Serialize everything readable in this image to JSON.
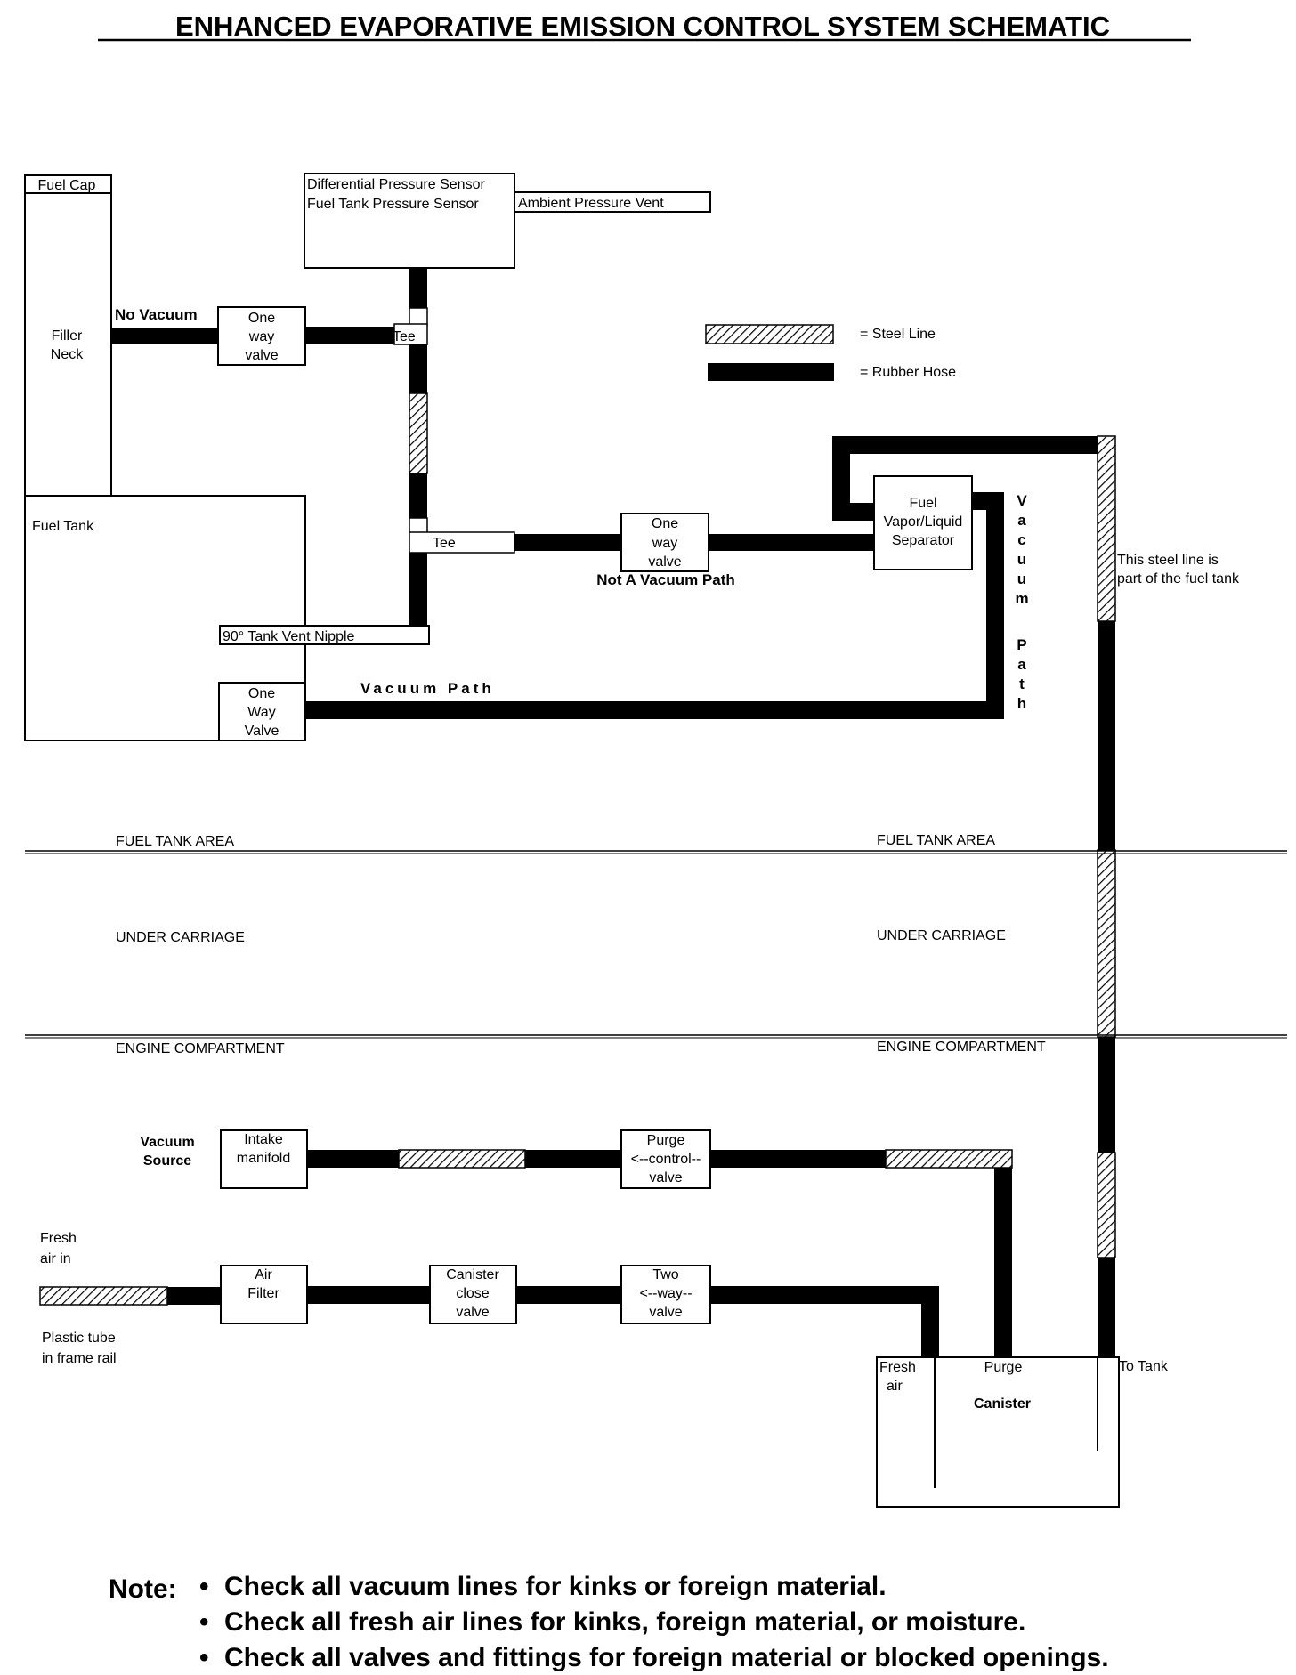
{
  "title": "ENHANCED EVAPORATIVE EMISSION CONTROL SYSTEM SCHEMATIC",
  "legend": {
    "steel_line": "= Steel Line",
    "rubber_hose": "= Rubber Hose"
  },
  "components": {
    "fuel_cap": "Fuel Cap",
    "filler_neck": [
      "Filler",
      "Neck"
    ],
    "fuel_tank": "Fuel Tank",
    "pressure_sensor": [
      "Differential Pressure Sensor",
      "Fuel Tank Pressure Sensor"
    ],
    "ambient_vent": "Ambient Pressure Vent",
    "one_way_valve_top": [
      "One",
      "way",
      "valve"
    ],
    "tee_upper": "Tee",
    "tee_lower": "Tee",
    "tank_vent_nipple": "90° Tank Vent Nipple",
    "one_way_valve_mid": [
      "One",
      "way",
      "valve"
    ],
    "one_way_valve_bottom": [
      "One",
      "Way",
      "Valve"
    ],
    "separator": [
      "Fuel",
      "Vapor/Liquid",
      "Separator"
    ],
    "intake_manifold": [
      "Intake",
      "manifold"
    ],
    "purge_valve": [
      "Purge",
      "<--control--",
      "valve"
    ],
    "air_filter": [
      "Air",
      "Filter"
    ],
    "canister_close_valve": [
      "Canister",
      "close",
      "valve"
    ],
    "two_way_valve": [
      "Two",
      "<--way--",
      "valve"
    ],
    "canister": "Canister",
    "canister_fresh_air": [
      "Fresh",
      "air"
    ],
    "canister_purge": "Purge"
  },
  "labels": {
    "no_vacuum": "No Vacuum",
    "not_vacuum_path": "Not A Vacuum Path",
    "vacuum_path": "Vacuum Path",
    "vacuum_path_vertical": [
      "V",
      "a",
      "c",
      "u",
      "u",
      "m",
      "",
      "P",
      "a",
      "t",
      "h"
    ],
    "steel_line_note": [
      "This steel line is",
      "part of the fuel tank"
    ],
    "to_tank": "To Tank",
    "vacuum_source": [
      "Vacuum",
      "Source"
    ],
    "fresh_air_in": [
      "Fresh",
      "air in"
    ],
    "plastic_tube": [
      "Plastic tube",
      "in frame rail"
    ]
  },
  "areas": {
    "fuel_tank_area": "FUEL TANK AREA",
    "under_carriage": "UNDER CARRIAGE",
    "engine_compartment": "ENGINE COMPARTMENT"
  },
  "note": {
    "label": "Note:",
    "items": [
      "Check all vacuum lines for kinks or foreign material.",
      "Check all fresh air lines for kinks, foreign material, or moisture.",
      "Check all valves and fittings for foreign material or blocked openings."
    ]
  }
}
